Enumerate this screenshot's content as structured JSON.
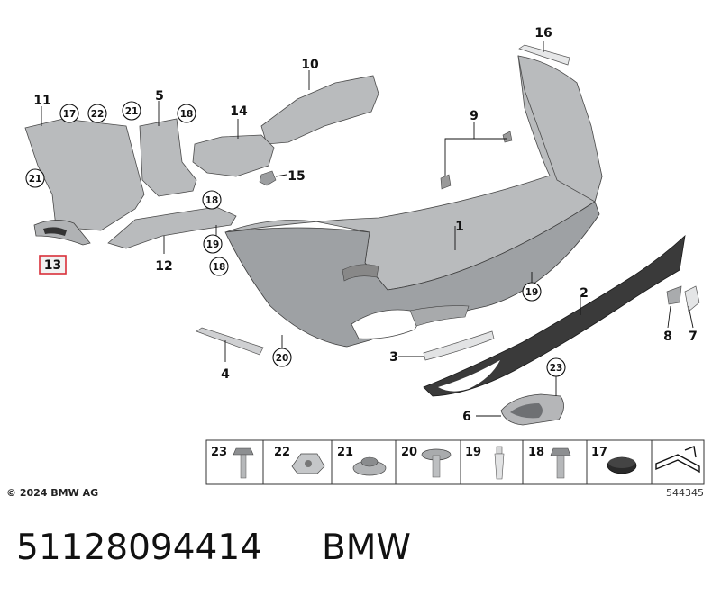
{
  "callouts": {
    "p1": "1",
    "p2": "2",
    "p3": "3",
    "p4": "4",
    "p5": "5",
    "p6": "6",
    "p7": "7",
    "p8": "8",
    "p9": "9",
    "p10": "10",
    "p11": "11",
    "p12": "12",
    "p13": "13",
    "p14": "14",
    "p15": "15",
    "p16": "16",
    "c17": "17",
    "c18a": "18",
    "c18b": "18",
    "c18c": "18",
    "c19a": "19",
    "c19b": "19",
    "c20": "20",
    "c21a": "21",
    "c21b": "21",
    "c22": "22",
    "c23": "23"
  },
  "legend": {
    "cells": [
      "23",
      "22",
      "21",
      "20",
      "19",
      "18",
      "17"
    ]
  },
  "footer": {
    "copyright": "© 2024 BMW AG",
    "diagram_id": "544345"
  },
  "caption": {
    "part_number": "51128094414",
    "brand": "BMW"
  },
  "colors": {
    "highlight": "#d9303a",
    "part_fill": "#b9bbbd"
  }
}
